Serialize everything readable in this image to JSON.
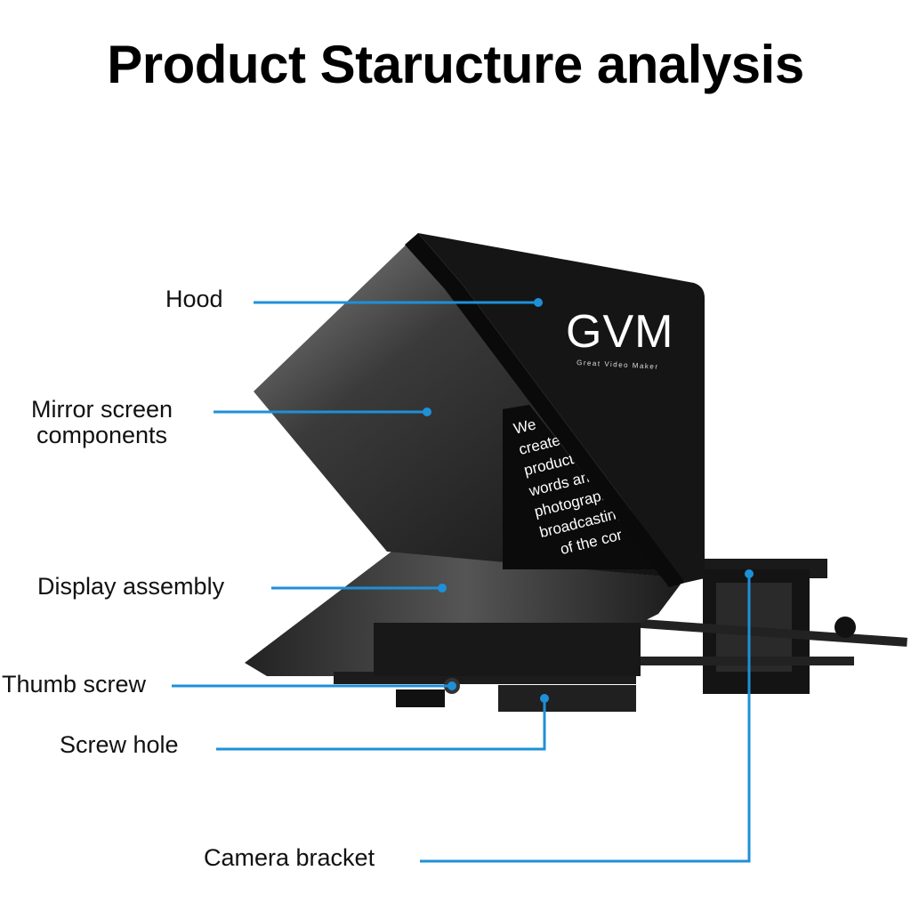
{
  "title": "Product Staructure analysis",
  "accent_color": "#1e90d8",
  "brand": {
    "logo": "GVM",
    "tagline": "Great Video Maker"
  },
  "screen_text": [
    "We",
    "create",
    "product",
    "words and",
    "photography/",
    "broadcasting mo",
    "of the cor"
  ],
  "labels": {
    "hood": "Hood",
    "mirror_line1": "Mirror screen",
    "mirror_line2": "components",
    "display": "Display assembly",
    "thumb_screw": "Thumb screw",
    "screw_hole": "Screw hole",
    "camera_bracket": "Camera bracket"
  }
}
